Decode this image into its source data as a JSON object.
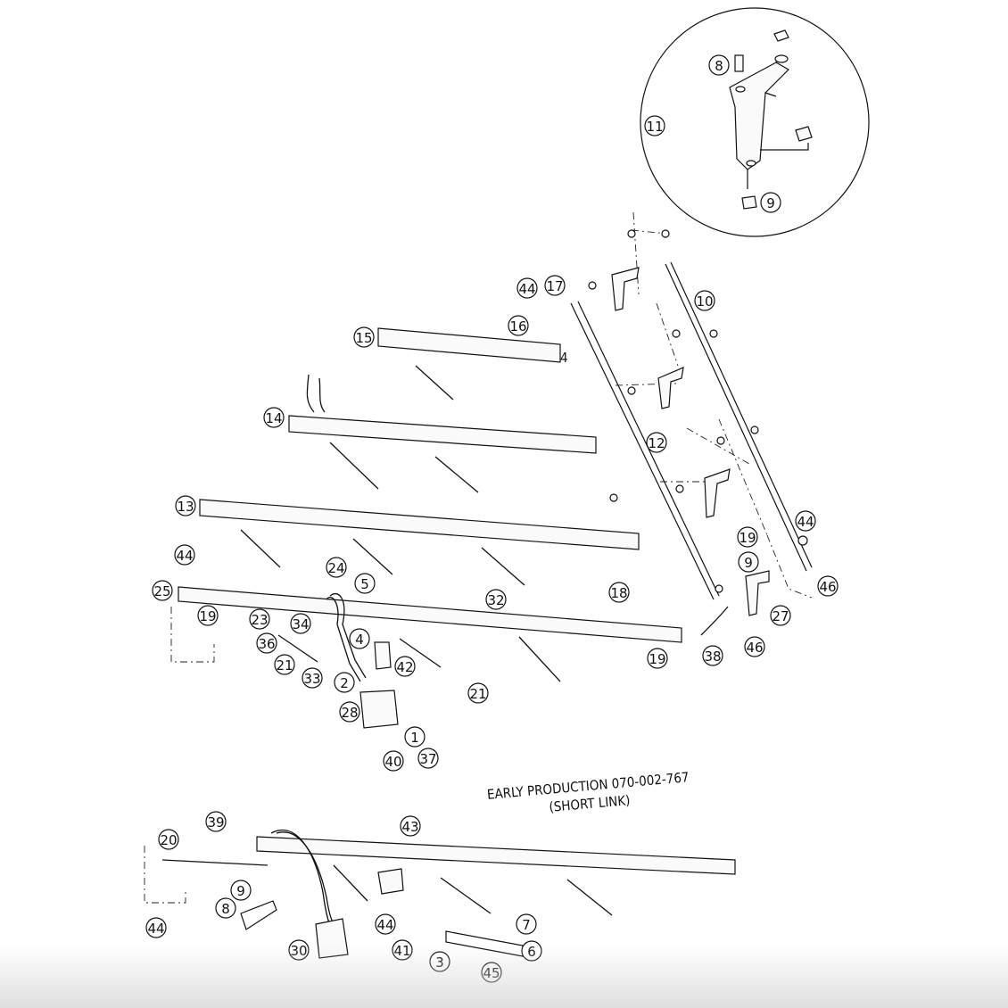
{
  "diagram": {
    "note_line1": "EARLY PRODUCTION 070-002-767",
    "note_line2": "(SHORT LINK)",
    "stray_label": "4",
    "callouts": [
      {
        "id": "c8a",
        "label": "8"
      },
      {
        "id": "c11",
        "label": "11"
      },
      {
        "id": "c9a",
        "label": "9"
      },
      {
        "id": "c10",
        "label": "10"
      },
      {
        "id": "c44a",
        "label": "44"
      },
      {
        "id": "c17",
        "label": "17"
      },
      {
        "id": "c16",
        "label": "16"
      },
      {
        "id": "c15",
        "label": "15"
      },
      {
        "id": "c14",
        "label": "14"
      },
      {
        "id": "c12",
        "label": "12"
      },
      {
        "id": "c13",
        "label": "13"
      },
      {
        "id": "c44b",
        "label": "44"
      },
      {
        "id": "c19a",
        "label": "19"
      },
      {
        "id": "c9b",
        "label": "9"
      },
      {
        "id": "c46a",
        "label": "46"
      },
      {
        "id": "c44c",
        "label": "44"
      },
      {
        "id": "c24",
        "label": "24"
      },
      {
        "id": "c25",
        "label": "25"
      },
      {
        "id": "c5",
        "label": "5"
      },
      {
        "id": "c32",
        "label": "32"
      },
      {
        "id": "c18",
        "label": "18"
      },
      {
        "id": "c27",
        "label": "27"
      },
      {
        "id": "c19b",
        "label": "19"
      },
      {
        "id": "c23",
        "label": "23"
      },
      {
        "id": "c34",
        "label": "34"
      },
      {
        "id": "c4",
        "label": "4"
      },
      {
        "id": "c46b",
        "label": "46"
      },
      {
        "id": "c36",
        "label": "36"
      },
      {
        "id": "c42",
        "label": "42"
      },
      {
        "id": "c19c",
        "label": "19"
      },
      {
        "id": "c38",
        "label": "38"
      },
      {
        "id": "c21a",
        "label": "21"
      },
      {
        "id": "c33",
        "label": "33"
      },
      {
        "id": "c2",
        "label": "2"
      },
      {
        "id": "c21b",
        "label": "21"
      },
      {
        "id": "c28",
        "label": "28"
      },
      {
        "id": "c1",
        "label": "1"
      },
      {
        "id": "c40",
        "label": "40"
      },
      {
        "id": "c37",
        "label": "37"
      },
      {
        "id": "c39",
        "label": "39"
      },
      {
        "id": "c43",
        "label": "43"
      },
      {
        "id": "c20",
        "label": "20"
      },
      {
        "id": "c9c",
        "label": "9"
      },
      {
        "id": "c8b",
        "label": "8"
      },
      {
        "id": "c44d",
        "label": "44"
      },
      {
        "id": "c7",
        "label": "7"
      },
      {
        "id": "c44e",
        "label": "44"
      },
      {
        "id": "c30",
        "label": "30"
      },
      {
        "id": "c41",
        "label": "41"
      },
      {
        "id": "c6",
        "label": "6"
      },
      {
        "id": "c3",
        "label": "3"
      },
      {
        "id": "c45",
        "label": "45"
      }
    ]
  }
}
